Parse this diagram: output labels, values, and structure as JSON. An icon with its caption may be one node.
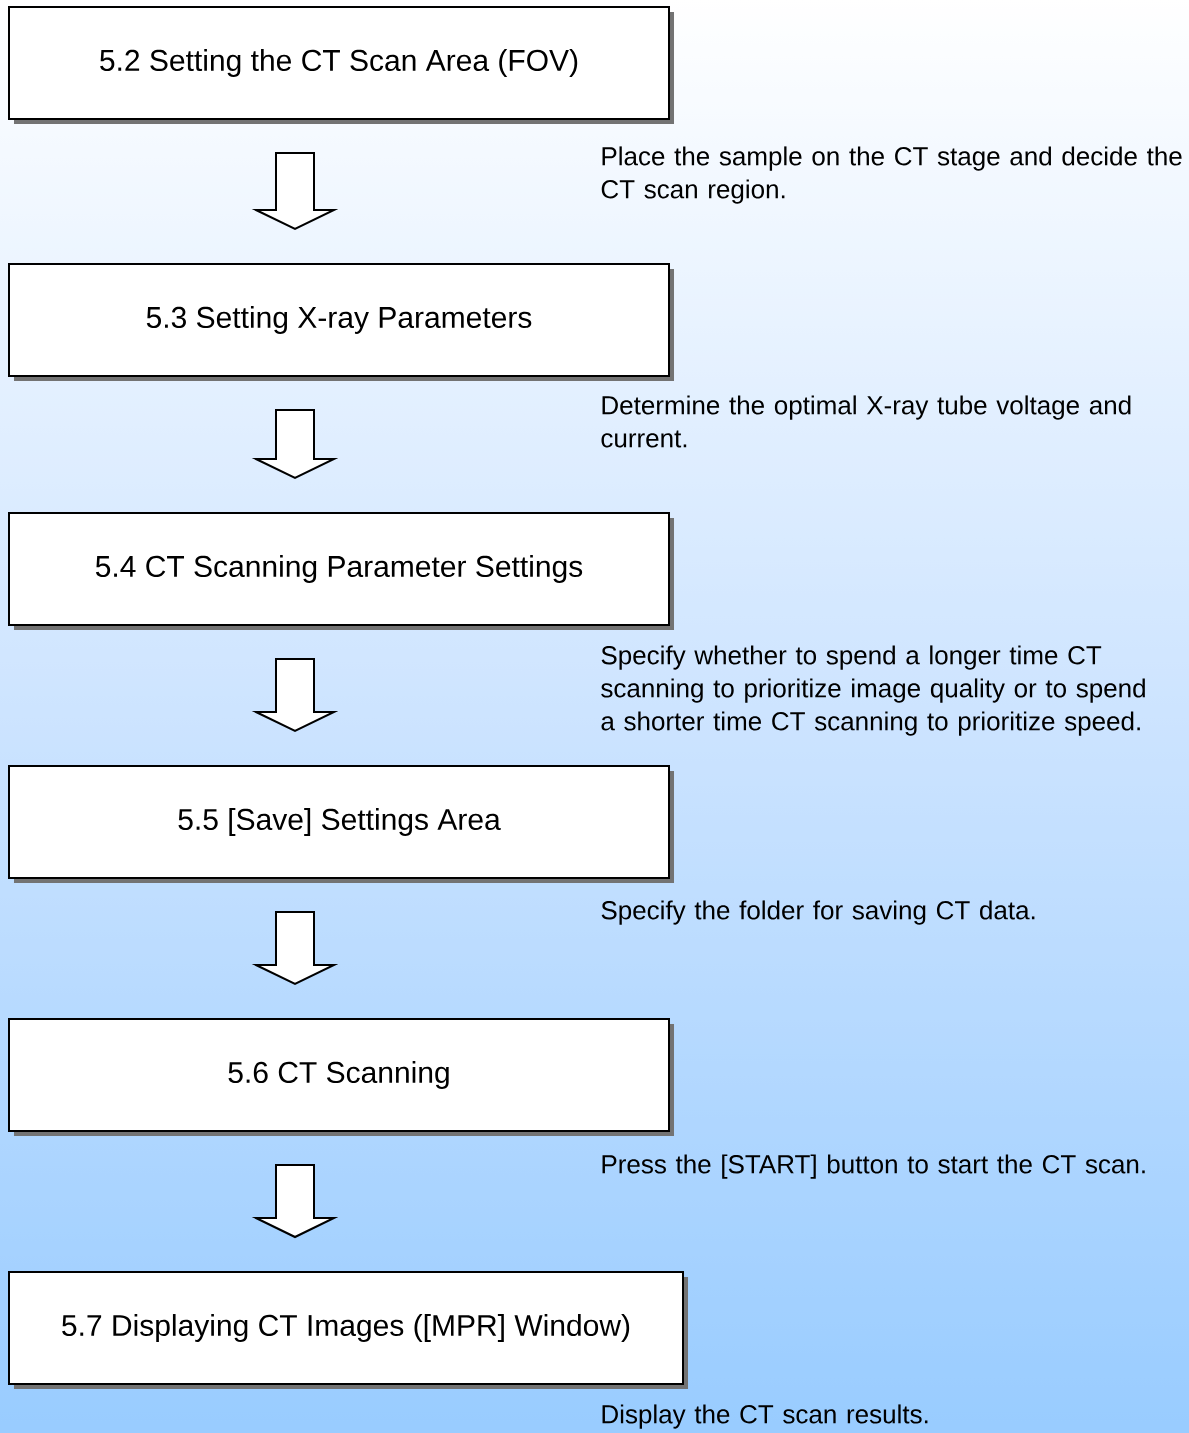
{
  "diagram": {
    "nodes": [
      {
        "text": [
          "5.2 Setting the CT Scan Area (FOV)"
        ],
        "beside": [
          "Place the sample on the CT stage and decide the CT scan region."
        ]
      },
      {
        "text": [
          "5.3 Setting X-ray Parameters"
        ],
        "beside": [
          "Determine the optimal X-ray tube voltage and current."
        ]
      },
      {
        "text": [
          "5.4 CT Scanning Parameter Settings"
        ],
        "beside": [
          "Specify whether to spend a longer time CT scanning to prioritize image quality or to spend a shorter time CT scanning to prioritize speed."
        ]
      },
      {
        "text": [
          "5.5 [Save] Settings Area"
        ],
        "beside": [
          "Specify the folder for saving CT data."
        ]
      },
      {
        "text": [
          "5.6 CT Scanning"
        ],
        "beside": [
          "Press the [START] button to start the CT scan."
        ]
      },
      {
        "text": [
          "5.7 Displaying CT Images ([MPR] Window)"
        ],
        "beside": [
          "Display the CT scan results."
        ]
      }
    ],
    "edges": [
      {
        "from": 0,
        "to": 1,
        "arrow": "to"
      },
      {
        "from": 1,
        "to": 2,
        "arrow": "to"
      },
      {
        "from": 2,
        "to": 3,
        "arrow": "to"
      },
      {
        "from": 3,
        "to": 4,
        "arrow": "to"
      },
      {
        "from": 4,
        "to": 5,
        "arrow": "to"
      }
    ]
  }
}
